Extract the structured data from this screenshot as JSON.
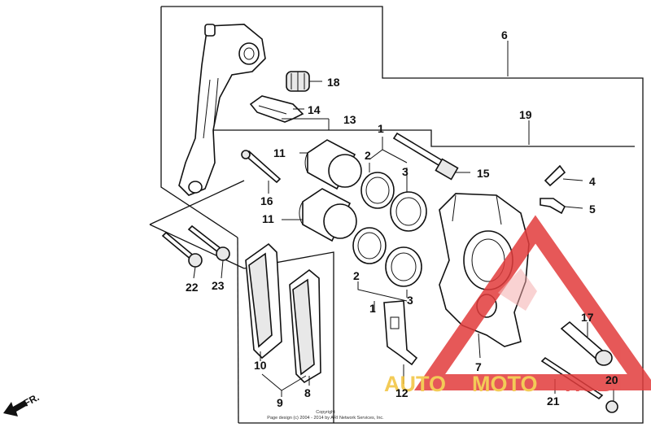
{
  "diagram": {
    "callouts": [
      {
        "id": "c6",
        "text": "6"
      },
      {
        "id": "c18",
        "text": "18"
      },
      {
        "id": "c14",
        "text": "14"
      },
      {
        "id": "c13",
        "text": "13"
      },
      {
        "id": "c19",
        "text": "19"
      },
      {
        "id": "c1a",
        "text": "1"
      },
      {
        "id": "c11a",
        "text": "11"
      },
      {
        "id": "c2a",
        "text": "2"
      },
      {
        "id": "c3a",
        "text": "3"
      },
      {
        "id": "c15",
        "text": "15"
      },
      {
        "id": "c4",
        "text": "4"
      },
      {
        "id": "c16",
        "text": "16"
      },
      {
        "id": "c5",
        "text": "5"
      },
      {
        "id": "c11b",
        "text": "11"
      },
      {
        "id": "c22",
        "text": "22"
      },
      {
        "id": "c23",
        "text": "23"
      },
      {
        "id": "c2b",
        "text": "2"
      },
      {
        "id": "c1b",
        "text": "1"
      },
      {
        "id": "c3b",
        "text": "3"
      },
      {
        "id": "c17",
        "text": "17"
      },
      {
        "id": "c7",
        "text": "7"
      },
      {
        "id": "c10",
        "text": "10"
      },
      {
        "id": "c12",
        "text": "12"
      },
      {
        "id": "c20",
        "text": "20"
      },
      {
        "id": "c9",
        "text": "9"
      },
      {
        "id": "c8",
        "text": "8"
      },
      {
        "id": "c21",
        "text": "21"
      }
    ],
    "front_arrow_label": "FR.",
    "copyright_line1": "Copyright",
    "copyright_line2": "Page design (c) 2004 - 2014 by ARI Network Services, Inc."
  },
  "watermark": {
    "word1": "AUTO",
    "word2": "MOTO",
    "word3": "HUB",
    "color_red": "#e23c3c",
    "color_yellow": "#f2c23a",
    "color_pink": "#f4a6a6"
  }
}
